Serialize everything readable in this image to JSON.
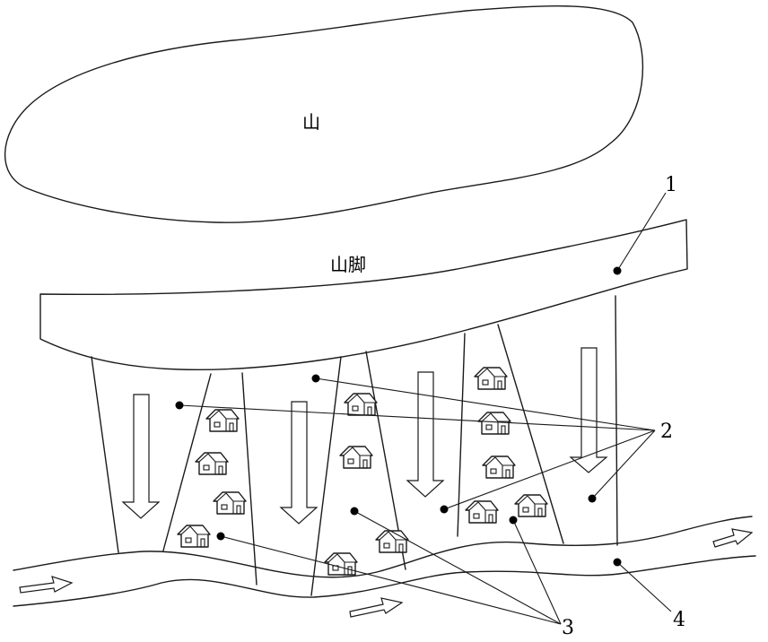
{
  "labels": {
    "mountain": "山",
    "foothill": "山脚",
    "n1": "1",
    "n2": "2",
    "n3": "3",
    "n4": "4"
  }
}
